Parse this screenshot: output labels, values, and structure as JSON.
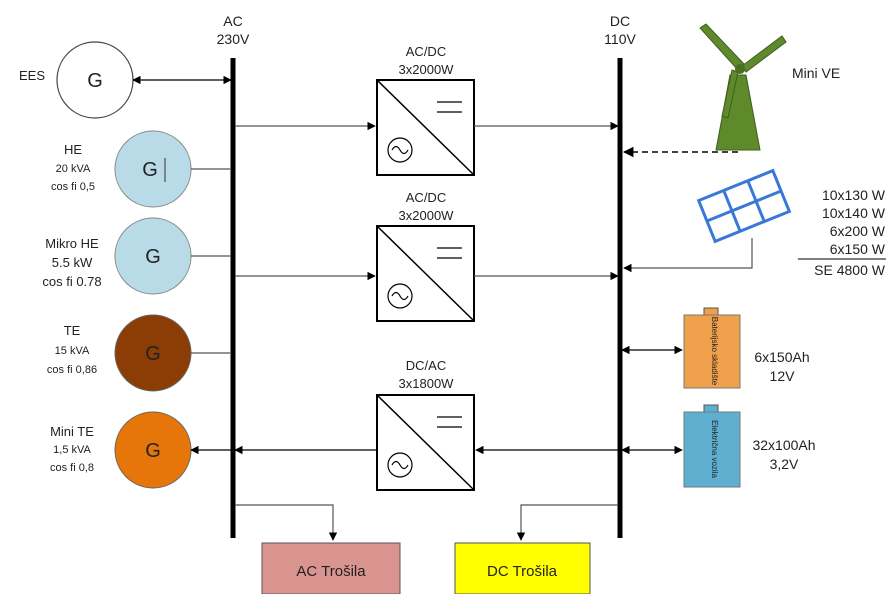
{
  "ac_bus": {
    "label": "AC",
    "voltage": "230V"
  },
  "dc_bus": {
    "label": "DC",
    "voltage": "110V"
  },
  "generator_symbol": "G",
  "generators": [
    {
      "id": "ees",
      "lines": [
        "EES"
      ],
      "color": "#ffffff"
    },
    {
      "id": "he",
      "lines": [
        "HE",
        "20 kVA",
        "cos fi 0,5"
      ],
      "color": "#b9dbe8"
    },
    {
      "id": "mikro-he",
      "lines": [
        "Mikro HE",
        "5.5 kW",
        "cos fi 0.78"
      ],
      "color": "#b9dbe8"
    },
    {
      "id": "te",
      "lines": [
        "TE",
        "15 kVA",
        "cos fi 0,86"
      ],
      "color": "#8b3d05"
    },
    {
      "id": "mini-te",
      "lines": [
        "Mini TE",
        "1,5 kVA",
        "cos fi 0,8"
      ],
      "color": "#e6750a"
    }
  ],
  "converters": [
    {
      "id": "acdc-1",
      "type": "AC/DC",
      "rating": "3x2000W"
    },
    {
      "id": "acdc-2",
      "type": "AC/DC",
      "rating": "3x2000W"
    },
    {
      "id": "dcac",
      "type": "DC/AC",
      "rating": "3x1800W"
    }
  ],
  "wind_turbine": {
    "label": "Mini VE",
    "color": "#5e8a2c"
  },
  "solar": {
    "lines": [
      "10x130 W",
      "10x140 W",
      "6x200 W",
      "6x150 W"
    ],
    "total": "SE 4800 W",
    "color": "#3a78d8"
  },
  "batteries": [
    {
      "id": "battery-storage",
      "inner_label": "Baterijsko skladište",
      "spec": [
        "6x150Ah",
        "12V"
      ],
      "color": "#f0a04b"
    },
    {
      "id": "electric-vehicle",
      "inner_label": "Električna vozila",
      "spec": [
        "32x100Ah",
        "3,2V"
      ],
      "color": "#5fb0d0"
    }
  ],
  "loads": [
    {
      "id": "ac-loads",
      "label": "AC Trošila",
      "color": "#d99490"
    },
    {
      "id": "dc-loads",
      "label": "DC Trošila",
      "color": "#ffff00"
    }
  ]
}
